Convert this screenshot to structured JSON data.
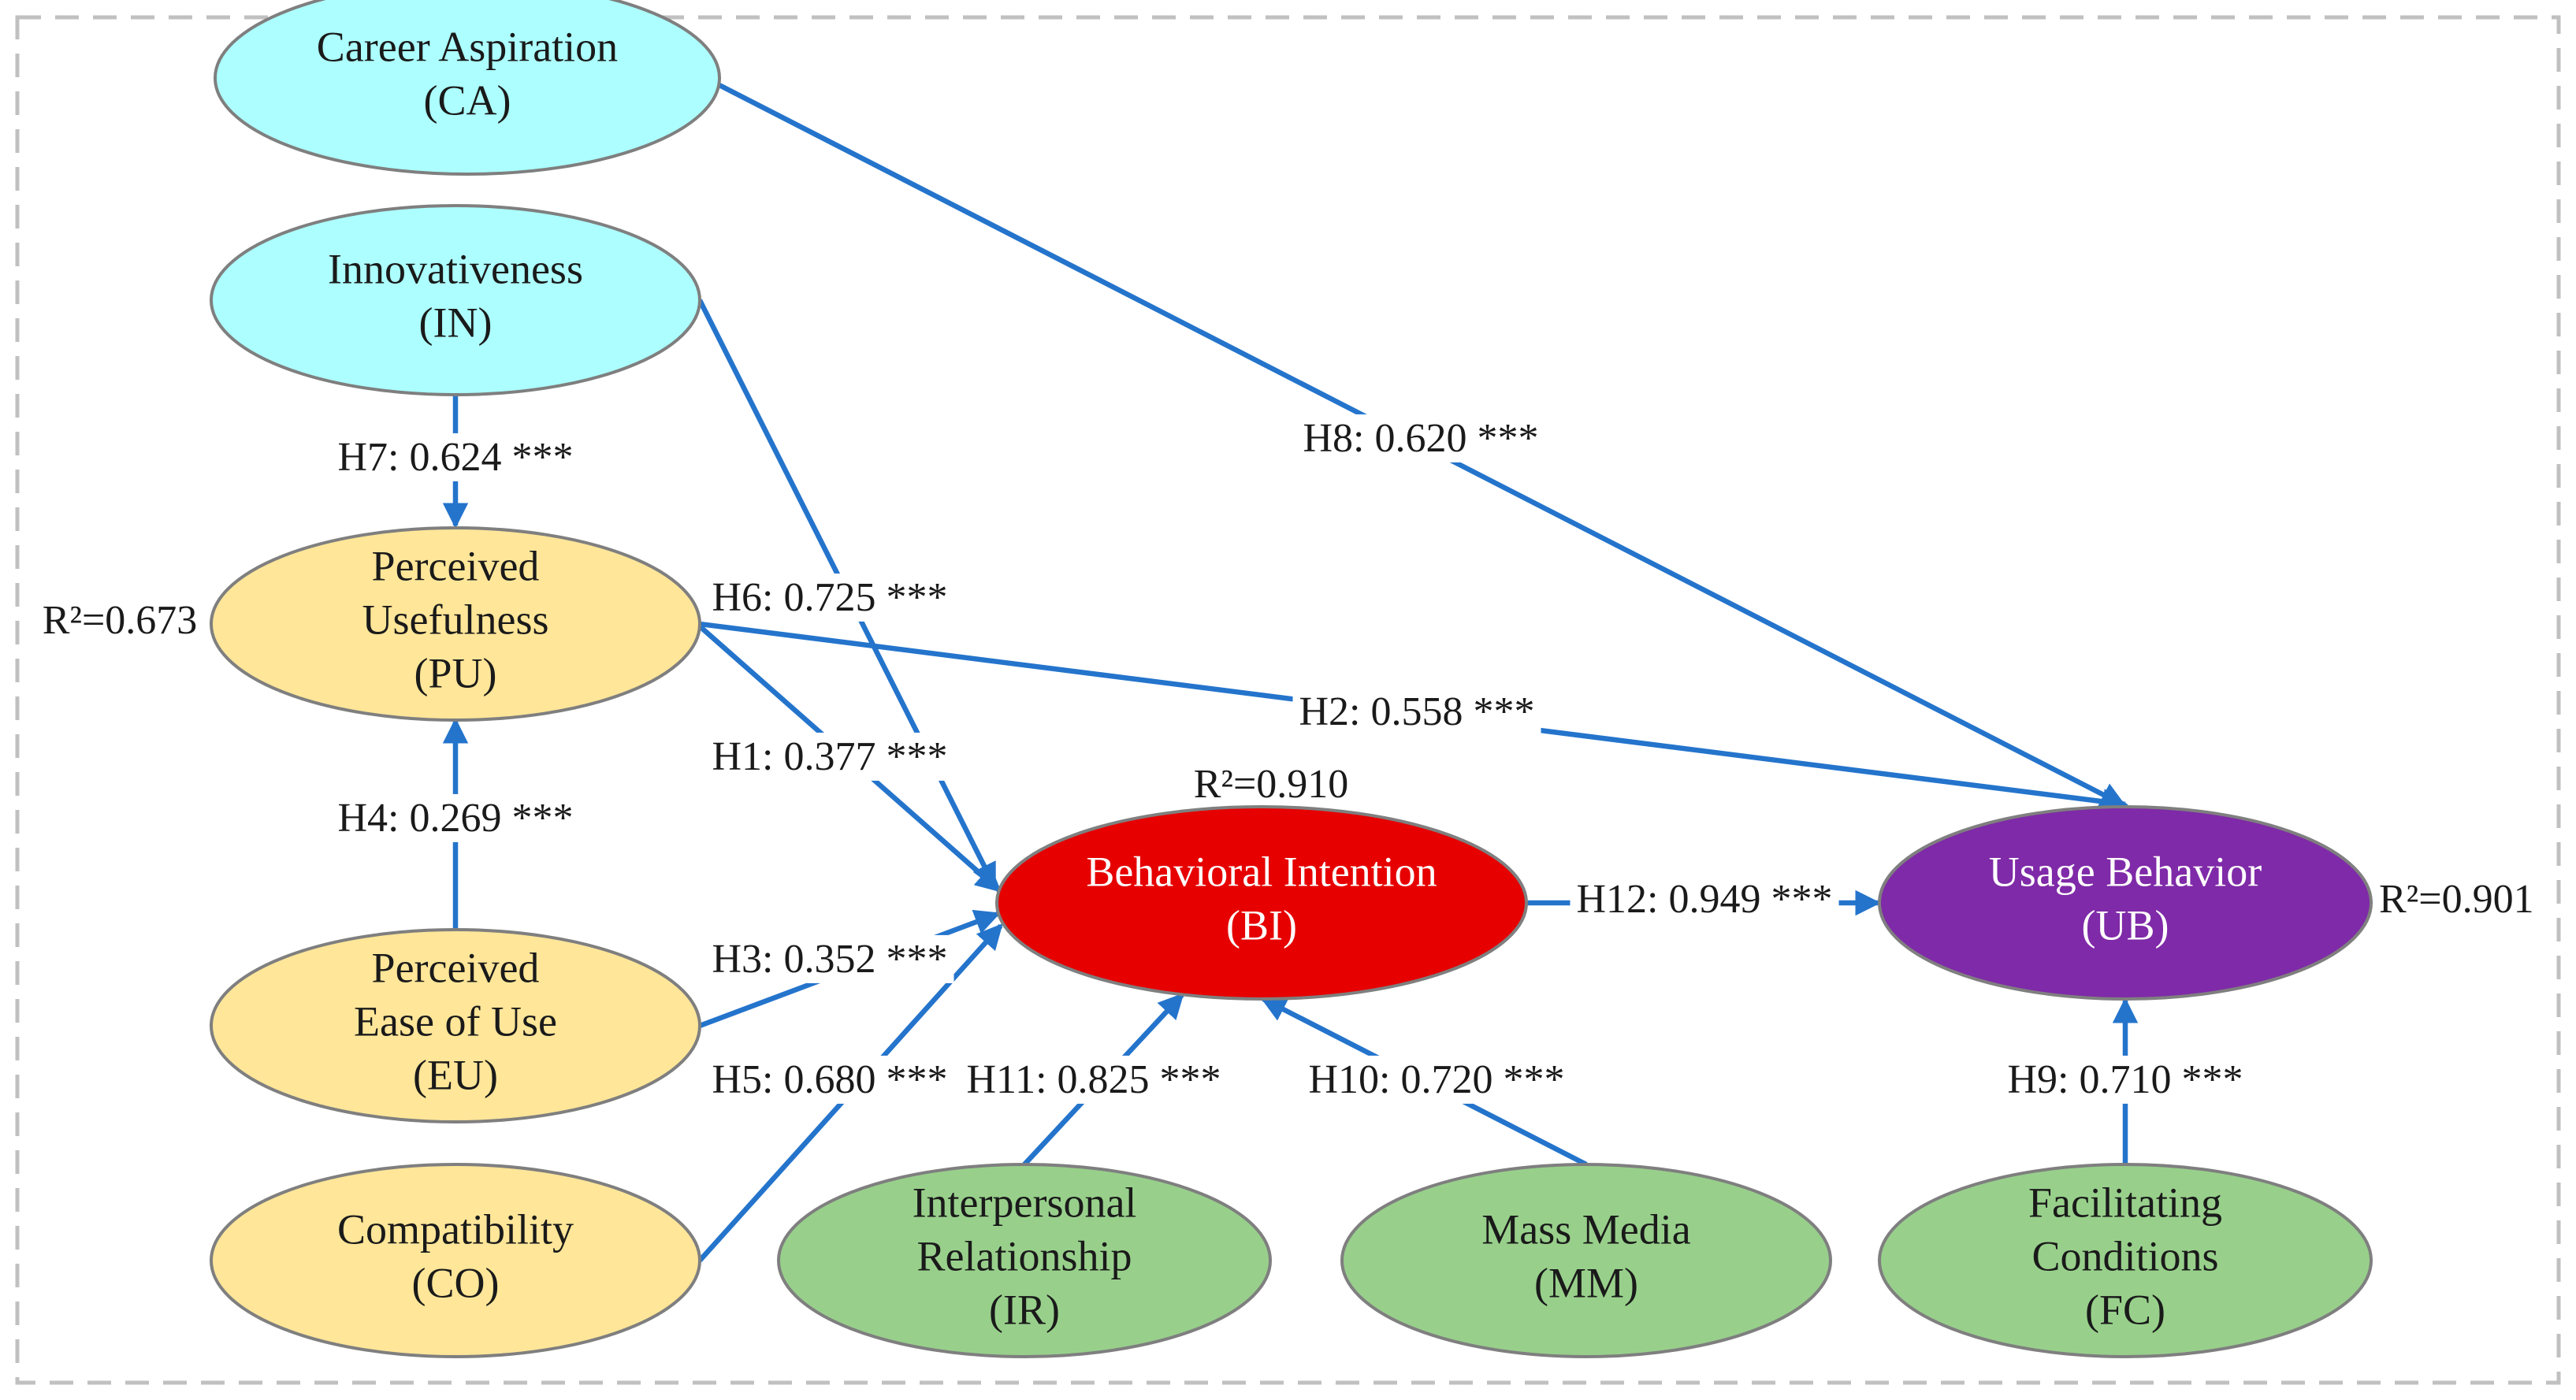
{
  "colors": {
    "cyan": "#adffff",
    "yellow": "#ffe699",
    "green": "#98d08b",
    "red": "#e60000",
    "purple": "#7f2aa8",
    "arrow": "#2474cc",
    "border": "#c0c0c0",
    "dark_text": "#1a1a1a",
    "light_text": "#ffffff"
  },
  "nodes": [
    {
      "id": "CA",
      "lines": [
        "Career Aspiration",
        "(CA)"
      ],
      "fill": "cyan"
    },
    {
      "id": "IN",
      "lines": [
        "Innovativeness",
        "(IN)"
      ],
      "fill": "cyan"
    },
    {
      "id": "PU",
      "lines": [
        "Perceived",
        "Usefulness",
        "(PU)"
      ],
      "fill": "yellow"
    },
    {
      "id": "EU",
      "lines": [
        "Perceived",
        "Ease of Use",
        "(EU)"
      ],
      "fill": "yellow"
    },
    {
      "id": "CO",
      "lines": [
        "Compatibility",
        "(CO)"
      ],
      "fill": "yellow"
    },
    {
      "id": "IR",
      "lines": [
        "Interpersonal",
        "Relationship",
        "(IR)"
      ],
      "fill": "green"
    },
    {
      "id": "MM",
      "lines": [
        "Mass Media",
        "(MM)"
      ],
      "fill": "green"
    },
    {
      "id": "FC",
      "lines": [
        "Facilitating",
        "Conditions",
        "(FC)"
      ],
      "fill": "green"
    },
    {
      "id": "BI",
      "lines": [
        "Behavioral Intention",
        "(BI)"
      ],
      "fill": "red",
      "light": true
    },
    {
      "id": "UB",
      "lines": [
        "Usage Behavior",
        "(UB)"
      ],
      "fill": "purple",
      "light": true
    }
  ],
  "paths": [
    {
      "id": "H1",
      "from": "PU",
      "to": "BI",
      "label": "H1: 0.377 ***"
    },
    {
      "id": "H2",
      "from": "PU",
      "to": "UB",
      "label": "H2: 0.558 ***"
    },
    {
      "id": "H3",
      "from": "EU",
      "to": "BI",
      "label": "H3: 0.352 ***"
    },
    {
      "id": "H4",
      "from": "EU",
      "to": "PU",
      "label": "H4: 0.269 ***"
    },
    {
      "id": "H5",
      "from": "CO",
      "to": "BI",
      "label": "H5: 0.680 ***"
    },
    {
      "id": "H6",
      "from": "IN",
      "to": "BI",
      "label": "H6: 0.725 ***"
    },
    {
      "id": "H7",
      "from": "IN",
      "to": "PU",
      "label": "H7: 0.624 ***"
    },
    {
      "id": "H8",
      "from": "CA",
      "to": "UB",
      "label": "H8: 0.620 ***"
    },
    {
      "id": "H9",
      "from": "FC",
      "to": "UB",
      "label": "H9: 0.710 ***"
    },
    {
      "id": "H10",
      "from": "MM",
      "to": "BI",
      "label": "H10: 0.720 ***"
    },
    {
      "id": "H11",
      "from": "IR",
      "to": "BI",
      "label": "H11: 0.825 ***"
    },
    {
      "id": "H12",
      "from": "BI",
      "to": "UB",
      "label": "H12: 0.949 ***"
    }
  ],
  "r_squared": [
    {
      "node": "PU",
      "label": "R²=0.673"
    },
    {
      "node": "BI",
      "label": "R²=0.910"
    },
    {
      "node": "UB",
      "label": "R²=0.901"
    }
  ]
}
